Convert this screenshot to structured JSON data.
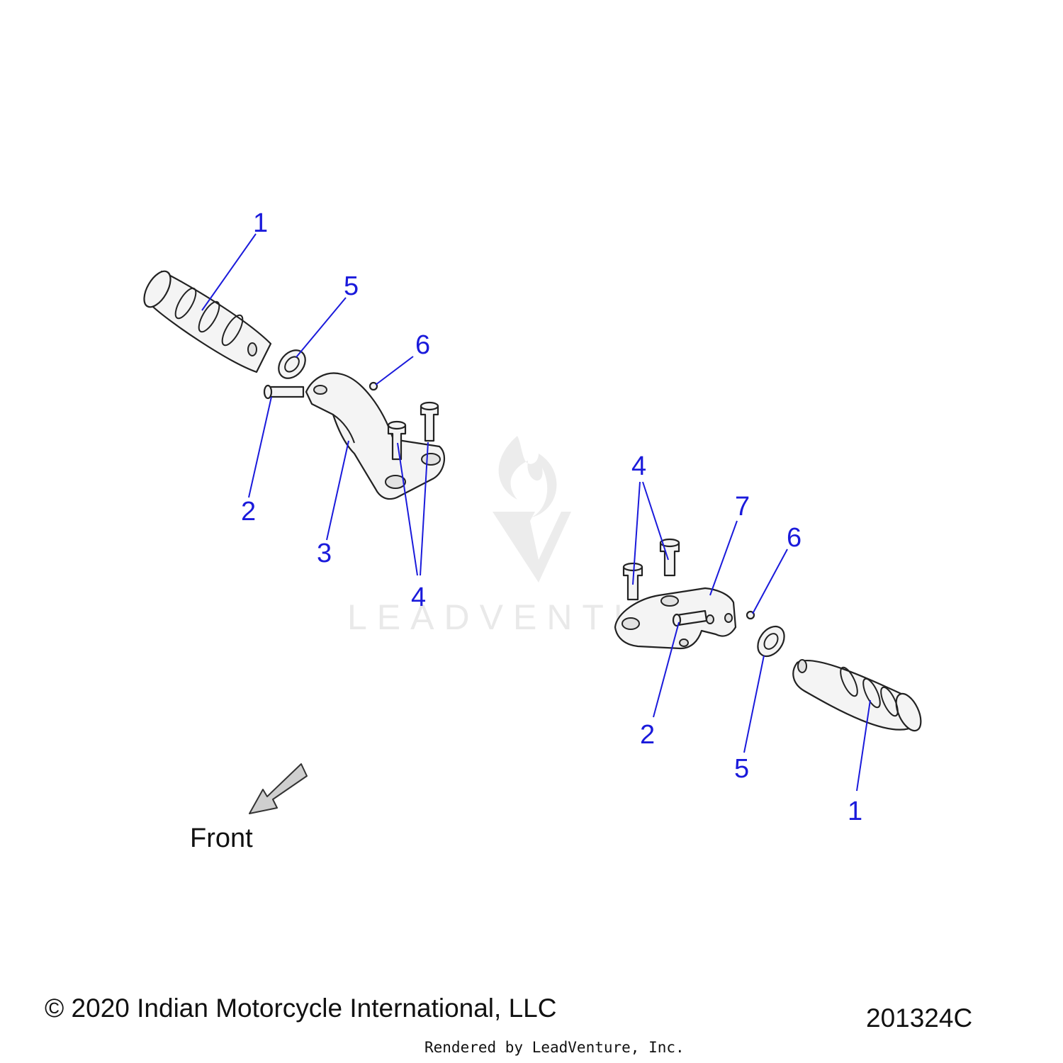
{
  "diagram": {
    "callouts": {
      "left": {
        "c1": "1",
        "c5": "5",
        "c6": "6",
        "c2": "2",
        "c3": "3",
        "c4": "4"
      },
      "right": {
        "c4": "4",
        "c7": "7",
        "c6": "6",
        "c2": "2",
        "c5": "5",
        "c1": "1"
      }
    },
    "front_label": "Front",
    "watermark": {
      "text": "LEADVENTURE"
    }
  },
  "footer": {
    "copyright": "© 2020 Indian Motorcycle International, LLC",
    "diagram_id": "201324C",
    "rendered_by": "Rendered by LeadVenture, Inc."
  },
  "colors": {
    "callout": "#1a1adb",
    "watermark": "#e9e9e9",
    "line": "#222222"
  }
}
